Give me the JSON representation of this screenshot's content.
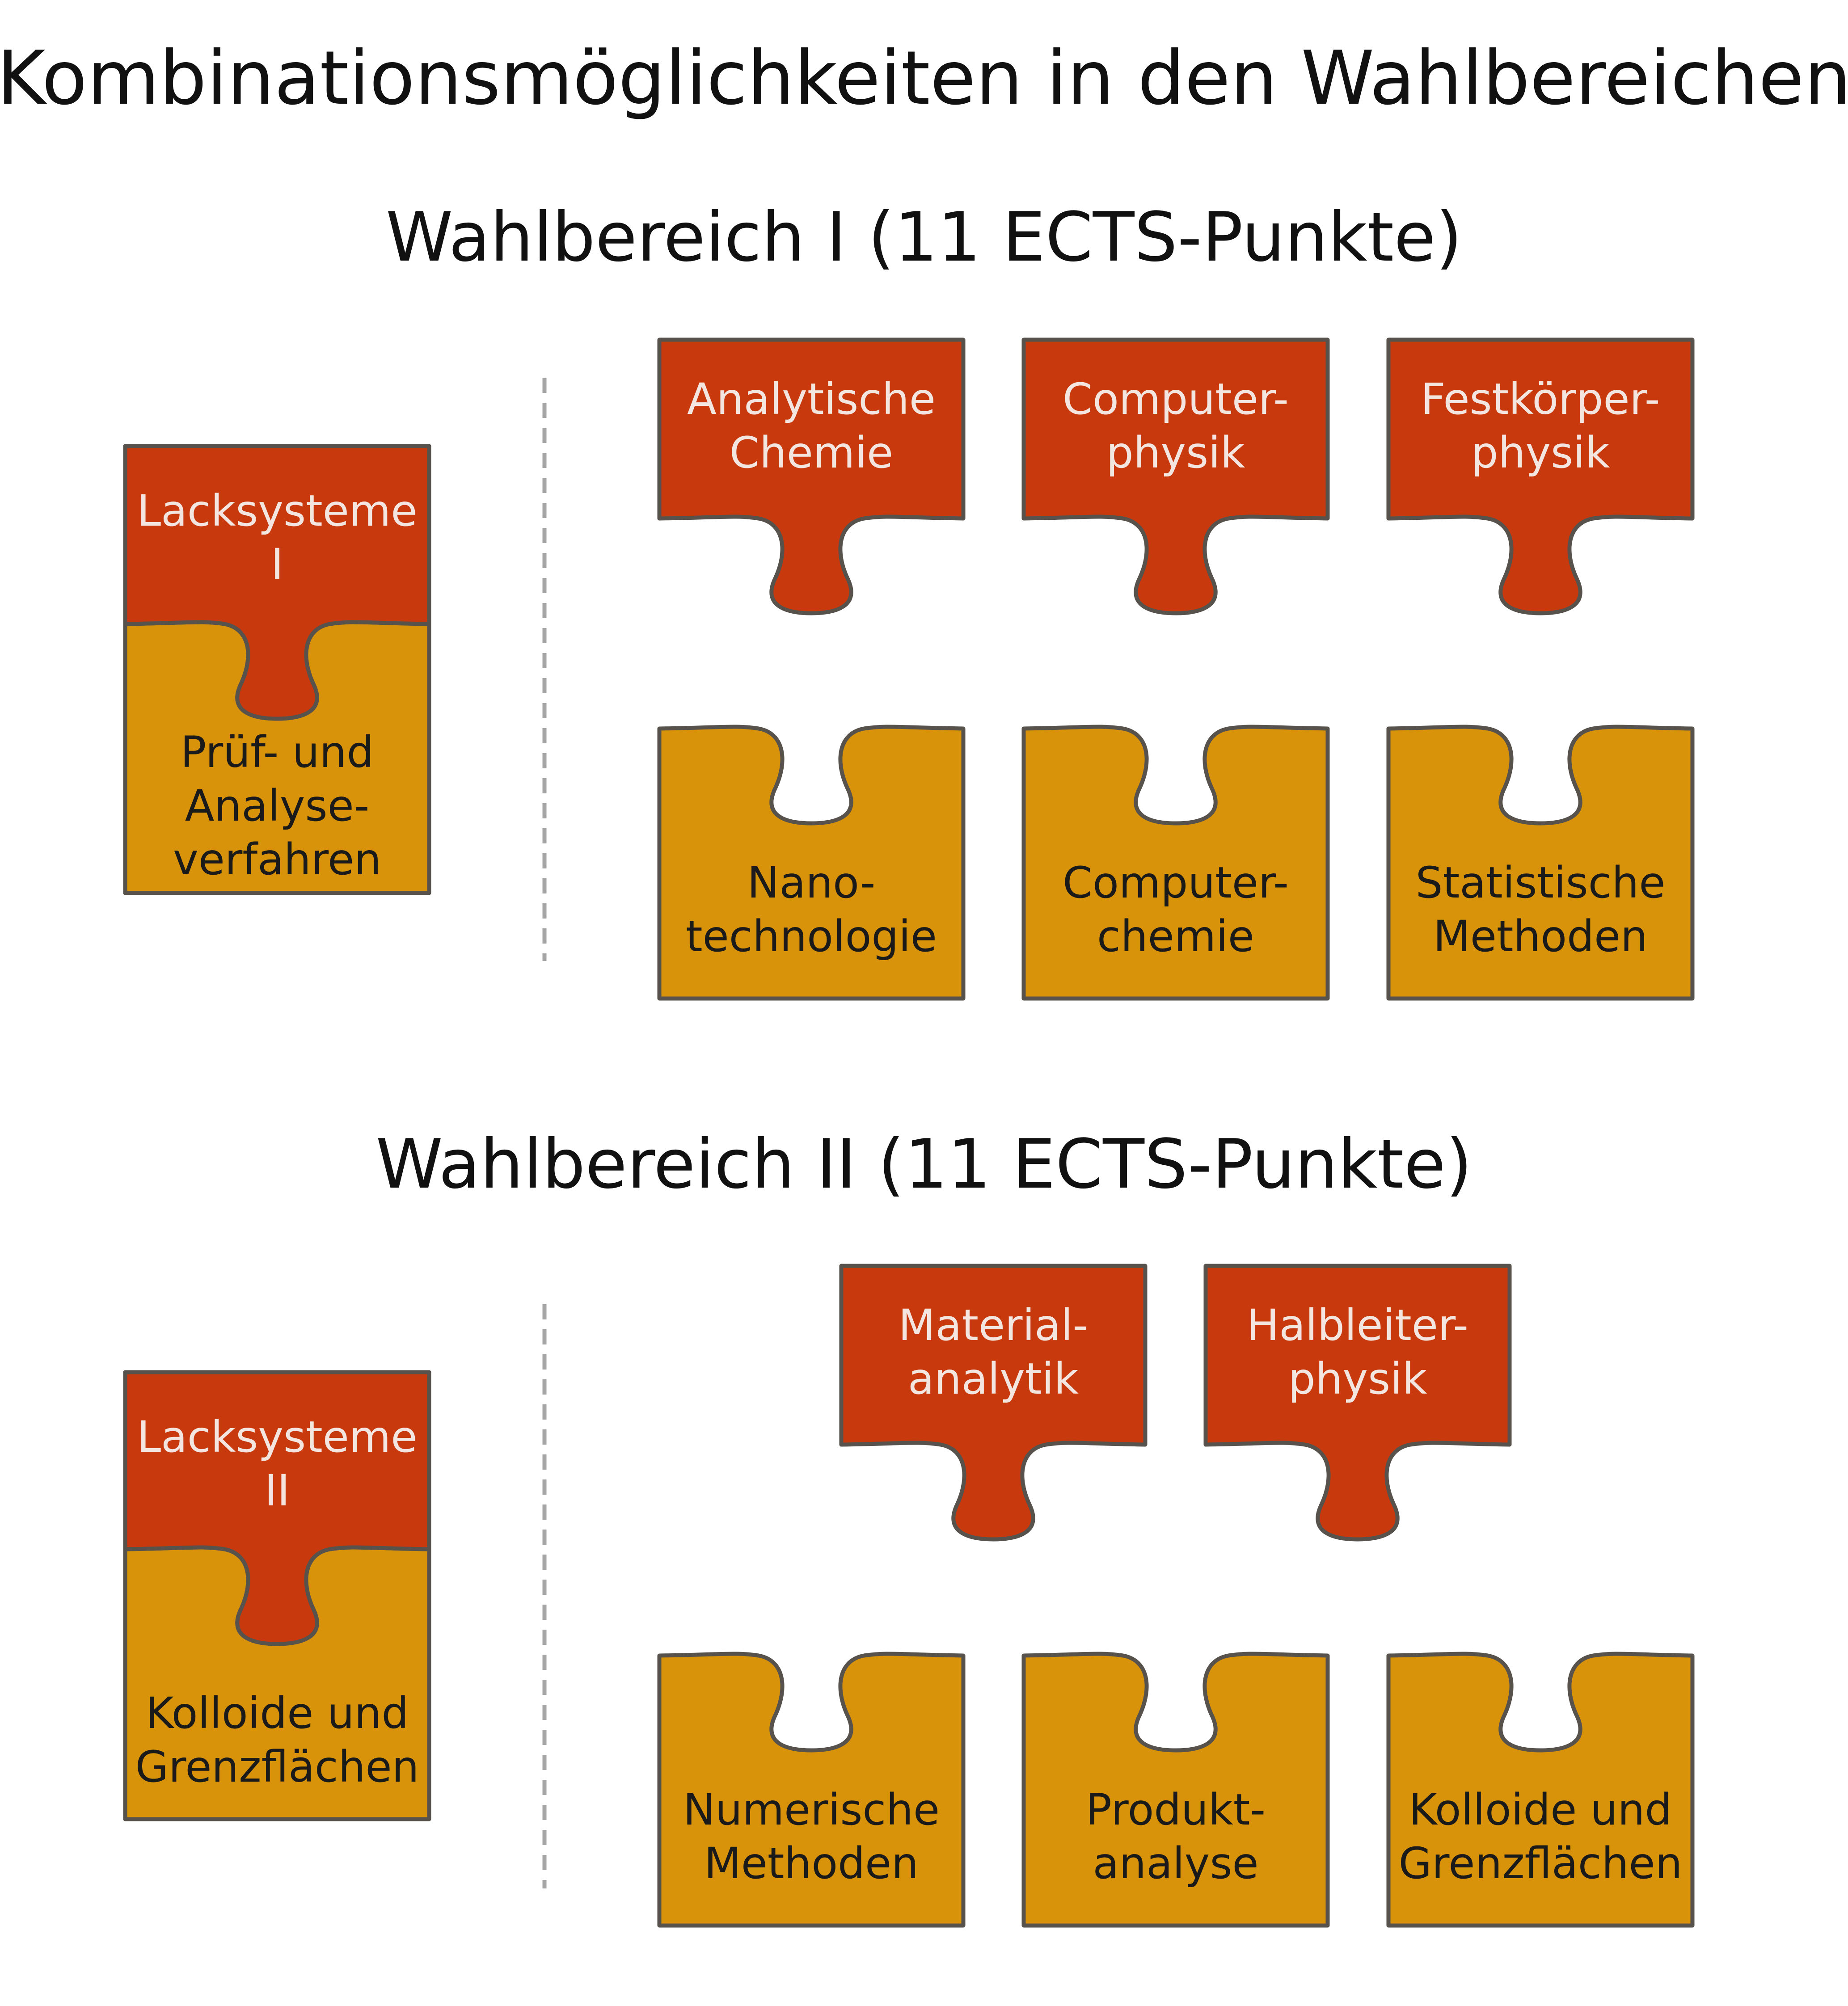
{
  "title": "Kombinationsmöglichkeiten in den Wahlbereichen",
  "colors": {
    "red_piece": "#C8390D",
    "gold_piece": "#D8930A",
    "outline": "#58524D",
    "divider": "#A4A4A4"
  },
  "sections": [
    {
      "heading": "Wahlbereich I (11 ECTS-Punkte)",
      "fixed": {
        "top": [
          "Lacksysteme",
          "I"
        ],
        "bottom": [
          "Prüf- und",
          "Analyse-",
          "verfahren"
        ]
      },
      "options_top": [
        [
          "Analytische",
          "Chemie"
        ],
        [
          "Computer-",
          "physik"
        ],
        [
          "Festkörper-",
          "physik"
        ]
      ],
      "options_bottom": [
        [
          "Nano-",
          "technologie"
        ],
        [
          "Computer-",
          "chemie"
        ],
        [
          "Statistische",
          "Methoden"
        ]
      ]
    },
    {
      "heading": "Wahlbereich II (11 ECTS-Punkte)",
      "fixed": {
        "top": [
          "Lacksysteme",
          "II"
        ],
        "bottom": [
          "Kolloide und",
          "Grenzflächen"
        ]
      },
      "options_top": [
        [
          "Material-",
          "analytik"
        ],
        [
          "Halbleiter-",
          "physik"
        ]
      ],
      "options_bottom": [
        [
          "Numerische",
          "Methoden"
        ],
        [
          "Produkt-",
          "analyse"
        ],
        [
          "Kolloide und",
          "Grenzflächen"
        ]
      ]
    }
  ]
}
